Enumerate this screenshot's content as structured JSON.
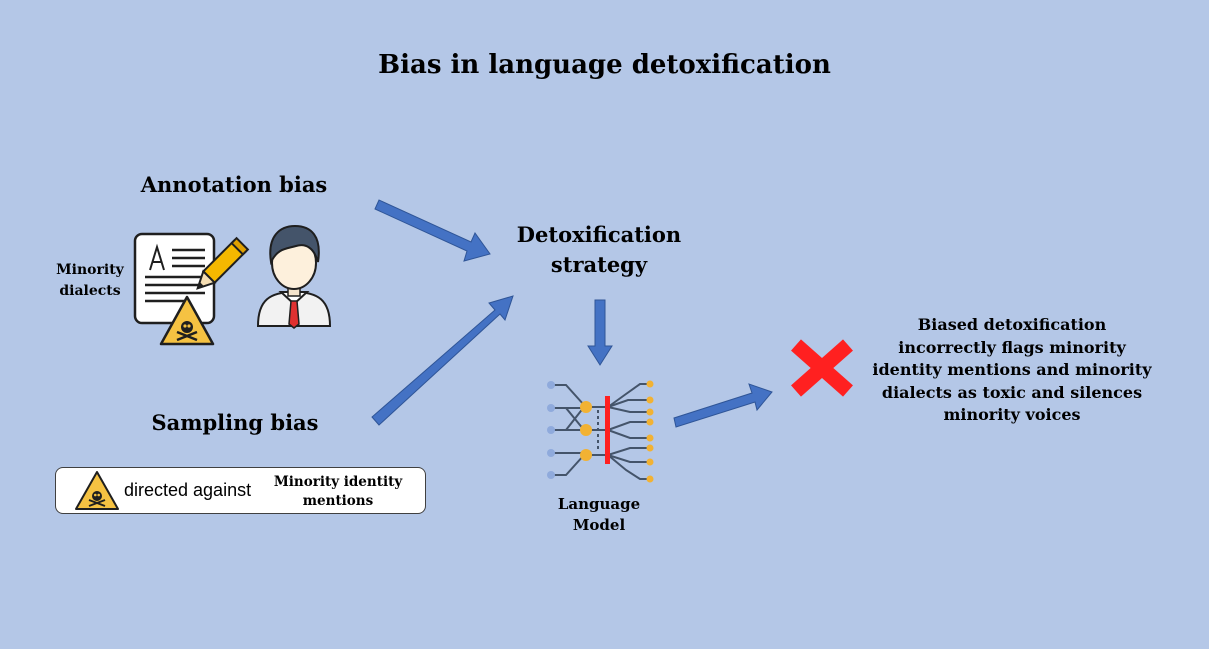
{
  "title": "Bias in language detoxification",
  "annotation": {
    "heading": "Annotation bias",
    "side_label": "Minority\ndialects",
    "document_letter": "A"
  },
  "sampling": {
    "heading": "Sampling bias",
    "pill_text": "directed against",
    "pill_target": "Minority identity mentions"
  },
  "strategy": {
    "label": "Detoxification strategy"
  },
  "model": {
    "label": "Language Model"
  },
  "outcome": {
    "text": "Biased detoxification incorrectly flags minority identity mentions and minority dialects as toxic and silences minority voices"
  },
  "colors": {
    "background": "#b4c7e7",
    "arrow": "#4472c4",
    "warning": "#f5c242",
    "cross": "#ff2020",
    "nodes": "#f2b233",
    "wires": "#44546a"
  },
  "icons": [
    "document-icon",
    "pencil-icon",
    "person-icon",
    "warning-skull-icon",
    "neural-network-icon",
    "cross-icon"
  ]
}
